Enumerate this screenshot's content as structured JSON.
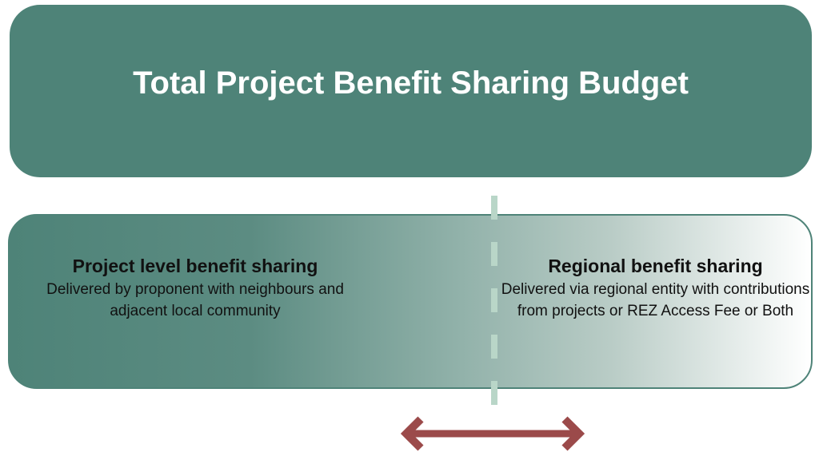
{
  "title": "Total Project Benefit Sharing Budget",
  "left": {
    "heading": "Project level benefit sharing",
    "text": "Delivered by proponent with neighbours and adjacent local community"
  },
  "right": {
    "heading": "Regional benefit sharing",
    "text": "Delivered via regional entity with contributions from projects or REZ Access Fee or Both"
  },
  "colors": {
    "primary": "#4e8378",
    "divider": "#b9d6c8",
    "arrow": "#9b4a4a"
  }
}
